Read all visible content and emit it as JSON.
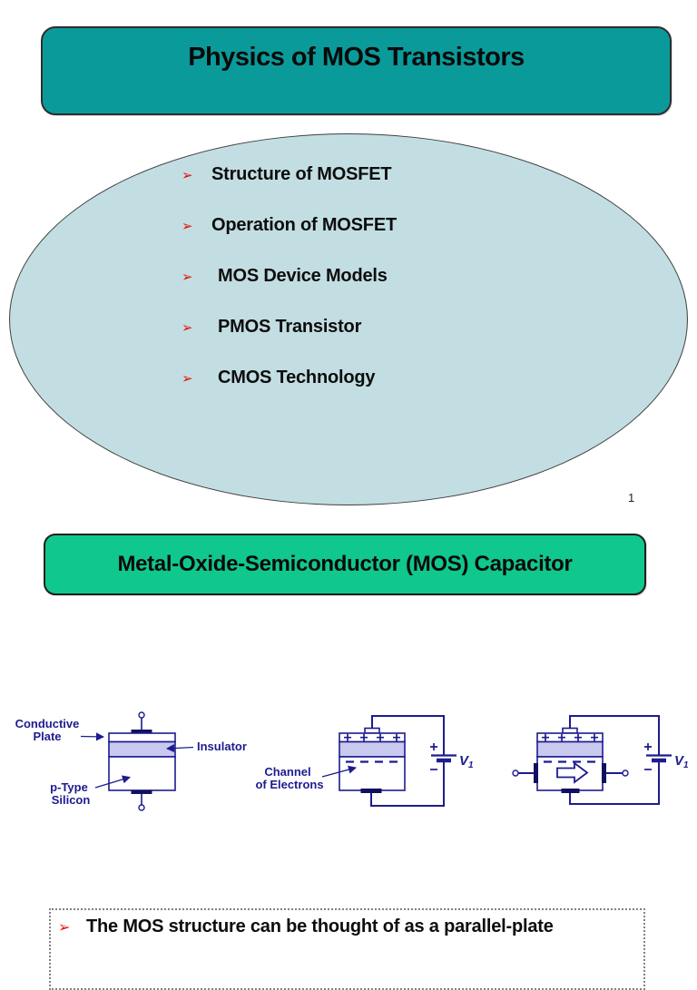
{
  "page": {
    "number": "1"
  },
  "title_banner": {
    "text": "Physics of MOS Transistors"
  },
  "topics": {
    "bullet": "➢",
    "items": [
      {
        "label": "Structure of MOSFET"
      },
      {
        "label": "Operation of MOSFET"
      },
      {
        "label": "MOS Device Models"
      },
      {
        "label": "PMOS Transistor"
      },
      {
        "label": "CMOS Technology"
      }
    ]
  },
  "section_banner": {
    "text": "Metal-Oxide-Semiconductor (MOS) Capacitor"
  },
  "diagram": {
    "labels": {
      "conductive_line1": "Conductive",
      "conductive_line2": "Plate",
      "insulator": "Insulator",
      "silicon_line1": "p-Type",
      "silicon_line2": "Silicon",
      "channel_line1": "Channel",
      "channel_line2": "of Electrons",
      "battery_v": "V",
      "battery_v_sub": "1"
    },
    "colors": {
      "line_navy": "#1c1c8f",
      "insulator_fill": "#c9c9f0",
      "contact_dark": "#101060"
    }
  },
  "footnote": {
    "bullet": "➢",
    "text": "The MOS structure can be thought of as a parallel-plate"
  },
  "colors": {
    "banner_teal": "#0b9a9a",
    "banner_green": "#10c78e",
    "ellipse_fill": "#c3dee2",
    "bullet_red": "#e8100c"
  }
}
